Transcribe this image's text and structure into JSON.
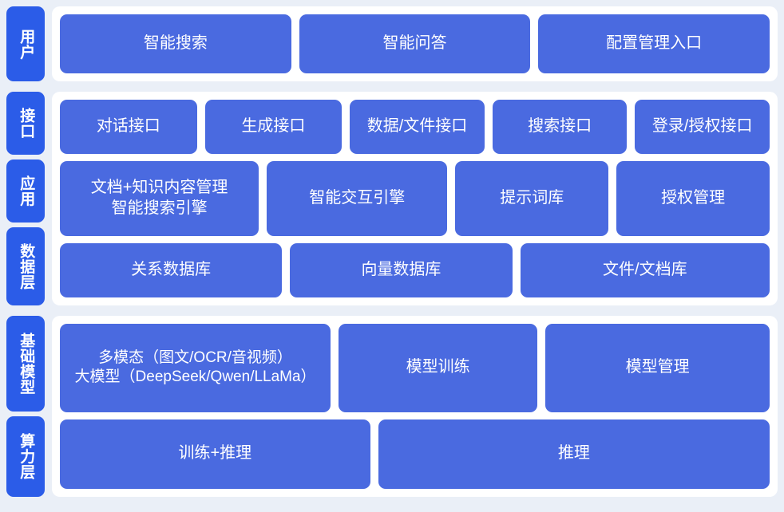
{
  "palette": {
    "page_background": "#eaeff7",
    "card_background": "#ffffff",
    "box_blue": "#4a6ae0",
    "tab_blue": "#2b5ce8",
    "text_on_blue": "#ffffff"
  },
  "sections": [
    {
      "id": "user",
      "tabs": [
        {
          "label": "用户"
        }
      ],
      "rows": [
        {
          "id": "user",
          "boxes": [
            {
              "label": "智能搜索"
            },
            {
              "label": "智能问答"
            },
            {
              "label": "配置管理入口"
            }
          ]
        }
      ]
    },
    {
      "id": "middle",
      "tabs": [
        {
          "label": "接口"
        },
        {
          "label": "应用"
        },
        {
          "label": "数据层"
        }
      ],
      "rows": [
        {
          "id": "interface",
          "boxes": [
            {
              "label": "对话接口"
            },
            {
              "label": "生成接口"
            },
            {
              "label": "数据/文件接口"
            },
            {
              "label": "搜索接口"
            },
            {
              "label": "登录/授权接口"
            }
          ]
        },
        {
          "id": "application",
          "boxes": [
            {
              "label": "文档+知识内容管理\n智能搜索引擎"
            },
            {
              "label": "智能交互引擎"
            },
            {
              "label": "提示词库"
            },
            {
              "label": "授权管理"
            }
          ]
        },
        {
          "id": "data",
          "boxes": [
            {
              "label": "关系数据库"
            },
            {
              "label": "向量数据库"
            },
            {
              "label": "文件/文档库"
            }
          ]
        }
      ]
    },
    {
      "id": "foundation",
      "tabs": [
        {
          "label": "基础模型"
        },
        {
          "label": "算力层"
        }
      ],
      "rows": [
        {
          "id": "model",
          "boxes": [
            {
              "label": "多模态（图文/OCR/音视频）\n大模型（DeepSeek/Qwen/LLaMa）"
            },
            {
              "label": "模型训练"
            },
            {
              "label": "模型管理"
            }
          ]
        },
        {
          "id": "compute",
          "boxes": [
            {
              "label": "训练+推理"
            },
            {
              "label": "推理"
            }
          ]
        }
      ]
    }
  ]
}
